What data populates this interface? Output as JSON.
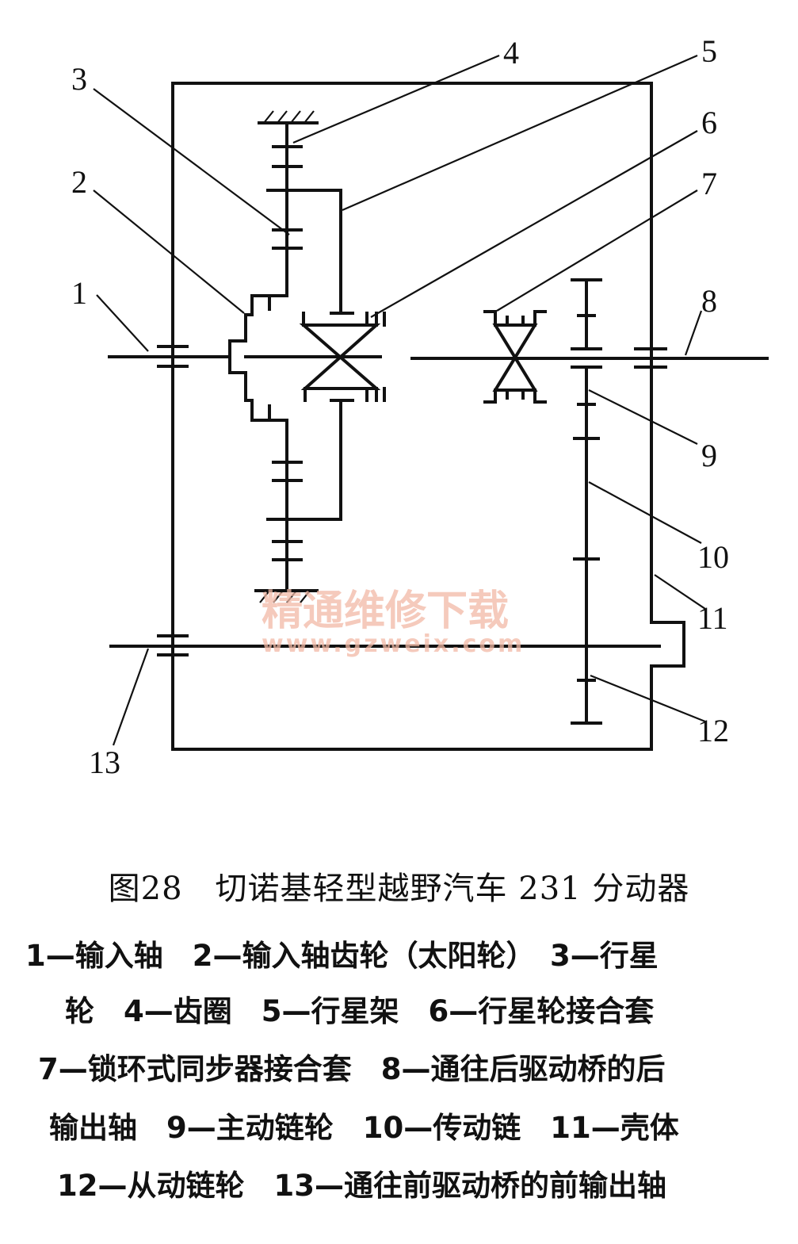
{
  "labels": {
    "l1": "1",
    "l2": "2",
    "l3": "3",
    "l4": "4",
    "l5": "5",
    "l6": "6",
    "l7": "7",
    "l8": "8",
    "l9": "9",
    "l10": "10",
    "l11": "11",
    "l12": "12",
    "l13": "13"
  },
  "watermark": {
    "cn": "精通维修下载",
    "url": "www.gzweix.com"
  },
  "caption": {
    "title": "图28　切诺基轻型越野汽车 231 分动器",
    "lines": [
      "1—输入轴　2—输入轴齿轮（太阳轮）　3—行星",
      "轮　4—齿圈　5—行星架　6—行星轮接合套",
      "7—锁环式同步器接合套　8—通往后驱动桥的后",
      "输出轴　9—主动链轮　10—传动链　11—壳体",
      "12—从动链轮　13—通往前驱动桥的前输出轴"
    ]
  }
}
